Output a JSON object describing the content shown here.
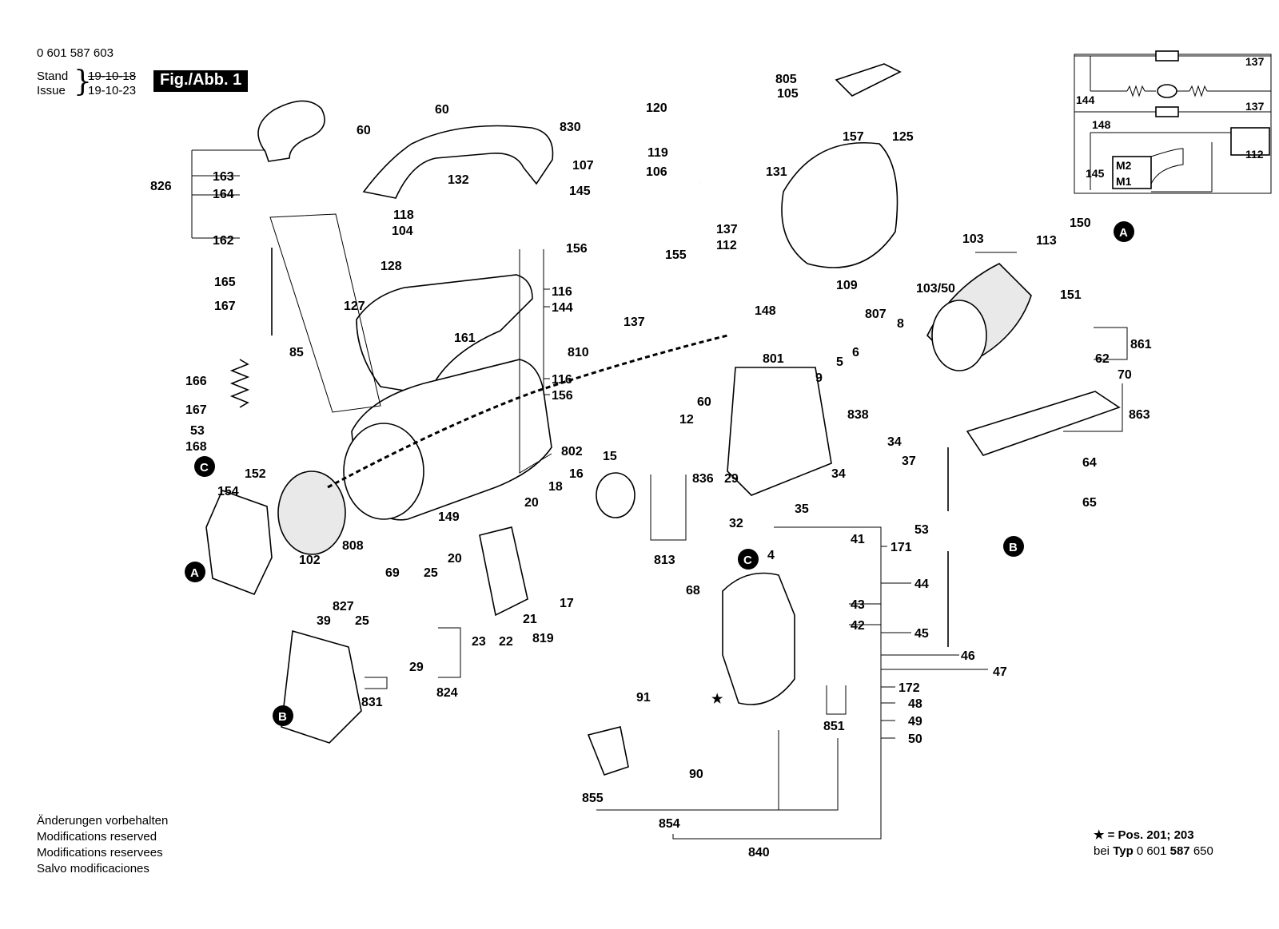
{
  "header": {
    "part_number": "0 601 587 603",
    "stand_label": "Stand",
    "issue_label": "Issue",
    "stand_date_old": "19-10-18",
    "issue_date": "19-10-23",
    "figure_label": "Fig./Abb. 1"
  },
  "notes": {
    "line1": "Änderungen vorbehalten",
    "line2": "Modifications reserved",
    "line3": "Modifications reservees",
    "line4": "Salvo modificaciones"
  },
  "footnote": {
    "line1": "★ = Pos. 201; 203",
    "line2_prefix": "bei ",
    "line2_typ": "Typ",
    "line2_num": " 0 601 ",
    "line2_bold": "587",
    "line2_end": " 650"
  },
  "ref_markers": {
    "A": "A",
    "B": "B",
    "C": "C"
  },
  "schematic": {
    "labels": [
      "137",
      "144",
      "137",
      "148",
      "112",
      "M2",
      "145",
      "M1"
    ]
  },
  "part_labels": [
    "805",
    "105",
    "120",
    "157",
    "125",
    "60",
    "830",
    "119",
    "107",
    "106",
    "131",
    "60",
    "826",
    "163",
    "164",
    "132",
    "145",
    "118",
    "104",
    "128",
    "162",
    "156",
    "155",
    "137",
    "112",
    "165",
    "167",
    "116",
    "144",
    "148",
    "127",
    "85",
    "161",
    "137",
    "810",
    "116",
    "156",
    "166",
    "167",
    "53",
    "168",
    "152",
    "154",
    "102",
    "802",
    "149",
    "808",
    "15",
    "16",
    "18",
    "20",
    "20",
    "25",
    "69",
    "827",
    "25",
    "39",
    "29",
    "831",
    "824",
    "23",
    "22",
    "21",
    "819",
    "17",
    "813",
    "12",
    "60",
    "836",
    "29",
    "801",
    "9",
    "5",
    "6",
    "807",
    "8",
    "838",
    "34",
    "37",
    "34",
    "35",
    "32",
    "103",
    "103/50",
    "113",
    "150",
    "151",
    "861",
    "62",
    "70",
    "863",
    "64",
    "65",
    "53",
    "171",
    "4",
    "41",
    "68",
    "44",
    "43",
    "42",
    "45",
    "46",
    "47",
    "172",
    "48",
    "49",
    "50",
    "91",
    "851",
    "90",
    "855",
    "854",
    "840",
    "109"
  ]
}
